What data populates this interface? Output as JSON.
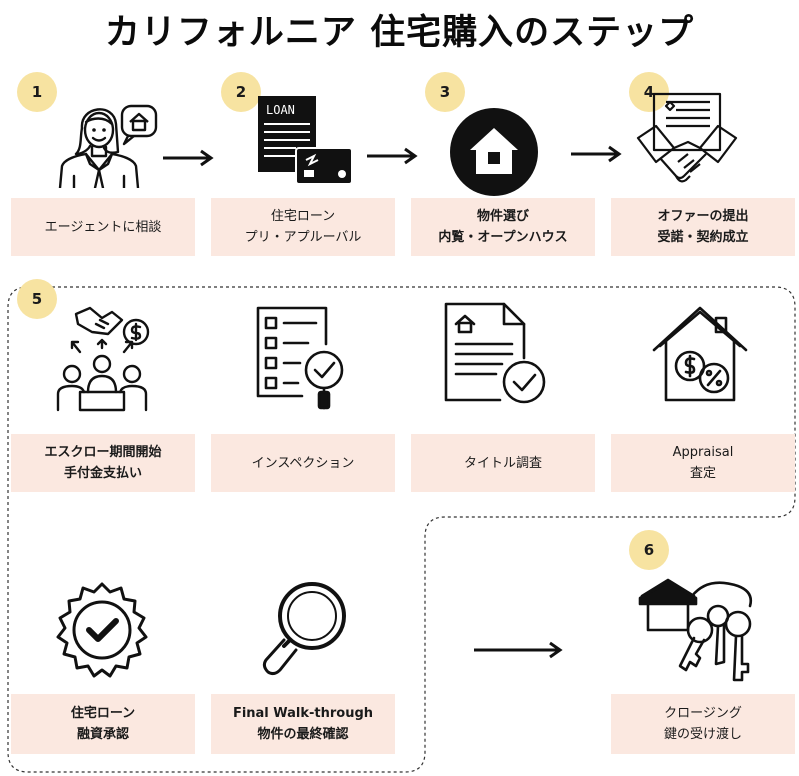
{
  "title": "カリフォルニア 住宅購入のステップ",
  "steps": [
    {
      "number": "1",
      "lines": [
        "エージェントに相談"
      ]
    },
    {
      "number": "2",
      "lines": [
        "住宅ローン",
        "プリ・アプルーバル"
      ]
    },
    {
      "number": "3",
      "lines": [
        "物件選び",
        "内覧・オープンハウス"
      ]
    },
    {
      "number": "4",
      "lines": [
        "オファーの提出",
        "受諾・契約成立"
      ]
    },
    {
      "number": "5",
      "lines": [
        "エスクロー期間開始",
        "手付金支払い"
      ]
    },
    {
      "number": "",
      "lines": [
        "インスペクション"
      ]
    },
    {
      "number": "",
      "lines": [
        "タイトル調査"
      ]
    },
    {
      "number": "",
      "lines": [
        "Appraisal",
        "査定"
      ]
    },
    {
      "number": "",
      "lines": [
        "住宅ローン",
        "融資承認"
      ]
    },
    {
      "number": "",
      "lines": [
        "Final Walk-through",
        "物件の最終確認"
      ]
    },
    {
      "number": "6",
      "lines": [
        "クロージング",
        "鍵の受け渡し"
      ]
    }
  ],
  "loan_document_text": "LOAN",
  "icons": {
    "agent": "agent-icon",
    "loan": "loan-document-icon",
    "house": "house-icon",
    "contract": "contract-handshake-icon",
    "escrow": "escrow-meeting-icon",
    "inspection": "checklist-magnifier-icon",
    "title": "title-document-check-icon",
    "appraisal": "house-percent-icon",
    "approval": "approval-badge-icon",
    "walkthrough": "magnifier-icon",
    "closing": "house-keys-icon"
  },
  "colors": {
    "label_bg": "#fbe8e0",
    "number_bg": "#f7e3a1",
    "ink": "#111111"
  }
}
